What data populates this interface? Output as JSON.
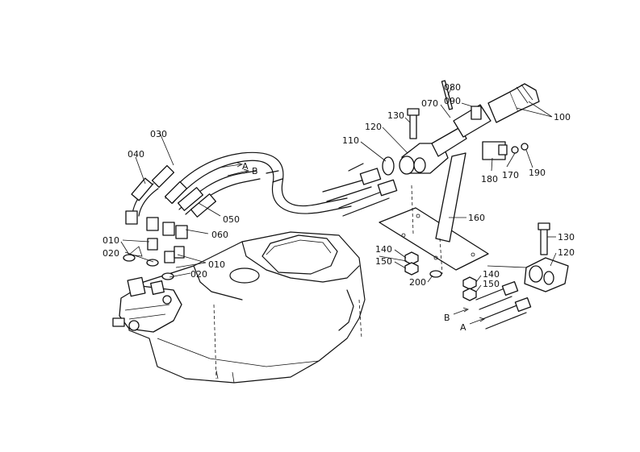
{
  "labels": {
    "p030": "030",
    "p040": "040",
    "p050": "050",
    "p060": "060",
    "p010a": "010",
    "p020a": "020",
    "p010b": "010",
    "p020b": "020",
    "p110": "110",
    "p120a": "120",
    "p130a": "130",
    "p070": "070",
    "p080": "080",
    "p090": "090",
    "p100": "100",
    "p170": "170",
    "p180": "180",
    "p190": "190",
    "p160": "160",
    "p140a": "140",
    "p150a": "150",
    "p200": "200",
    "p130b": "130",
    "p120b": "120",
    "p140b": "140",
    "p150b": "150",
    "arrowA_top": "A",
    "arrowB_top": "B",
    "arrowA_bottom": "A",
    "arrowB_bottom": "B"
  }
}
